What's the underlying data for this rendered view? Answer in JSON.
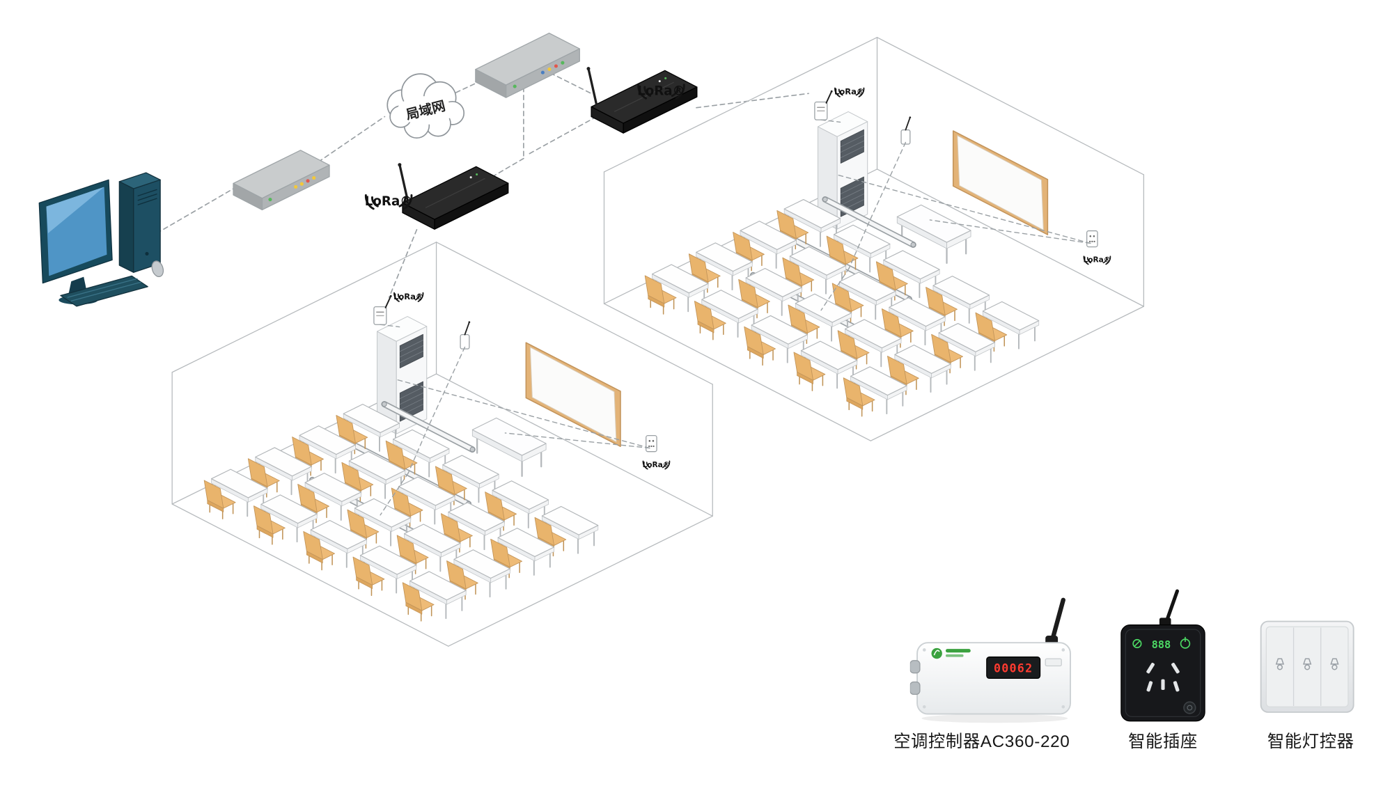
{
  "labels": {
    "cloud": "局域网",
    "lora": "LoRa®"
  },
  "products": {
    "ac": {
      "label": "空调控制器AC360-220",
      "display": "00062"
    },
    "socket": {
      "label": "智能插座",
      "display": "888"
    },
    "light": {
      "label": "智能灯控器"
    }
  }
}
